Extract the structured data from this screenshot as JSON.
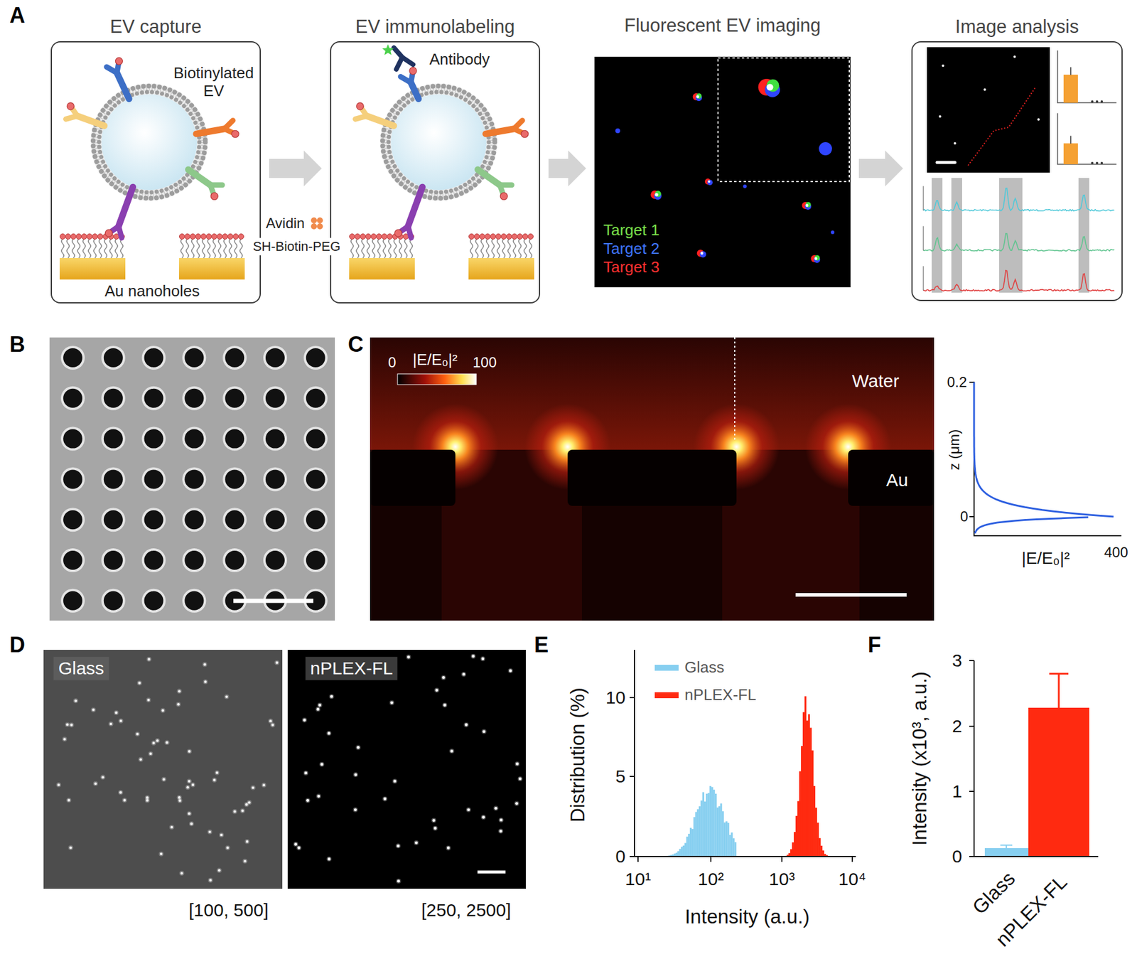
{
  "diagram": {
    "nodes": [
      {
        "text": [
          "EV capture"
        ]
      },
      {
        "text": [
          "EV immunolabeling"
        ]
      },
      {
        "text": [
          "Fluorescent EV imaging"
        ]
      },
      {
        "text": [
          "Image analysis"
        ]
      }
    ],
    "edges": [
      {
        "from": 0,
        "to": 1,
        "arrow": "to"
      },
      {
        "from": 1,
        "to": 2,
        "arrow": "to"
      },
      {
        "from": 2,
        "to": 3,
        "arrow": "to"
      }
    ],
    "labels": [
      "A",
      "Biotinylated EV",
      "Au nanoholes",
      "Avidin",
      "SH-Biotin-PEG",
      "Antibody",
      "Target 1",
      "Target 2",
      "Target 3",
      "B",
      "C",
      "0",
      "|E/E₀|²",
      "100",
      "Water",
      "Au",
      "0.2",
      "z (μm)",
      "0",
      "|E/E₀|²",
      "400",
      "D",
      "Glass",
      "nPLEX-FL",
      "[100, 500]",
      "[250, 2500]",
      "E",
      "Distribution (%)",
      "10",
      "5",
      "0",
      "10¹",
      "10²",
      "10³",
      "10⁴",
      "Intensity (a.u.)",
      "F",
      "Intensity (x10³, a.u.)",
      "3",
      "2",
      "1",
      "0",
      "Glass",
      "nPLEX-FL"
    ],
    "legend": [
      {
        "text": "Glass",
        "color": "#87cff0"
      },
      {
        "text": "nPLEX-FL",
        "color": "#ff2a10"
      }
    ]
  }
}
